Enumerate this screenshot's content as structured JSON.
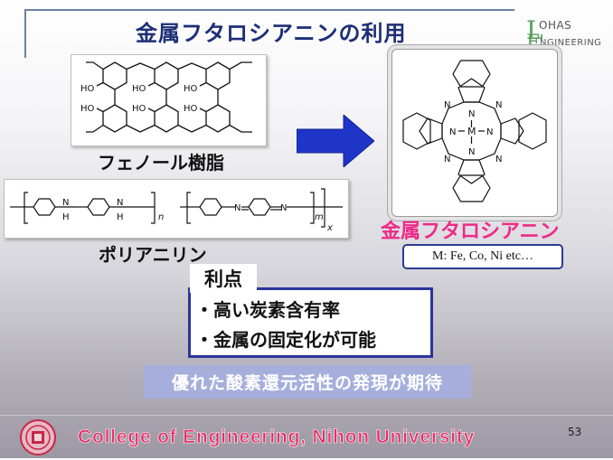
{
  "slide": {
    "title": "金属フタロシアニンの利用",
    "logo": {
      "letter_l": "L",
      "ohas": "OHAS",
      "letter_e": "E",
      "engineering": "NGINEERING"
    },
    "left": {
      "phenol_resin": {
        "caption": "フェノール樹脂",
        "labels": [
          "HO",
          "HO",
          "HO",
          "HO",
          "HO",
          "HO"
        ]
      },
      "polyaniline": {
        "caption": "ポリアニリン",
        "labels": [
          "N",
          "H",
          "N",
          "H",
          "n",
          "N",
          "N",
          "m",
          "x"
        ]
      }
    },
    "right": {
      "phthalocyanine": {
        "caption": "金属フタロシアニン",
        "labels": {
          "center": "M",
          "inner_n": [
            "N",
            "N",
            "N",
            "N"
          ],
          "bridge_n": [
            "N",
            "N",
            "N",
            "N"
          ]
        }
      },
      "metals": "M: Fe, Co, Ni etc…"
    },
    "advantages": {
      "label": "利点",
      "items": [
        "・高い炭素含有率",
        "・金属の固定化が可能"
      ]
    },
    "expectation": "優れた酸素還元活性の発現が期待",
    "footer": {
      "text": "College of Engineering, Nihon University",
      "page_number": "53"
    },
    "colors": {
      "title": "#1d2f75",
      "accent_pink": "#ee2a88",
      "arrow": "#1f35c8",
      "box_border": "#2c349a",
      "expect_bg": "#a6aedc",
      "footer_text": "#e92b65"
    }
  }
}
